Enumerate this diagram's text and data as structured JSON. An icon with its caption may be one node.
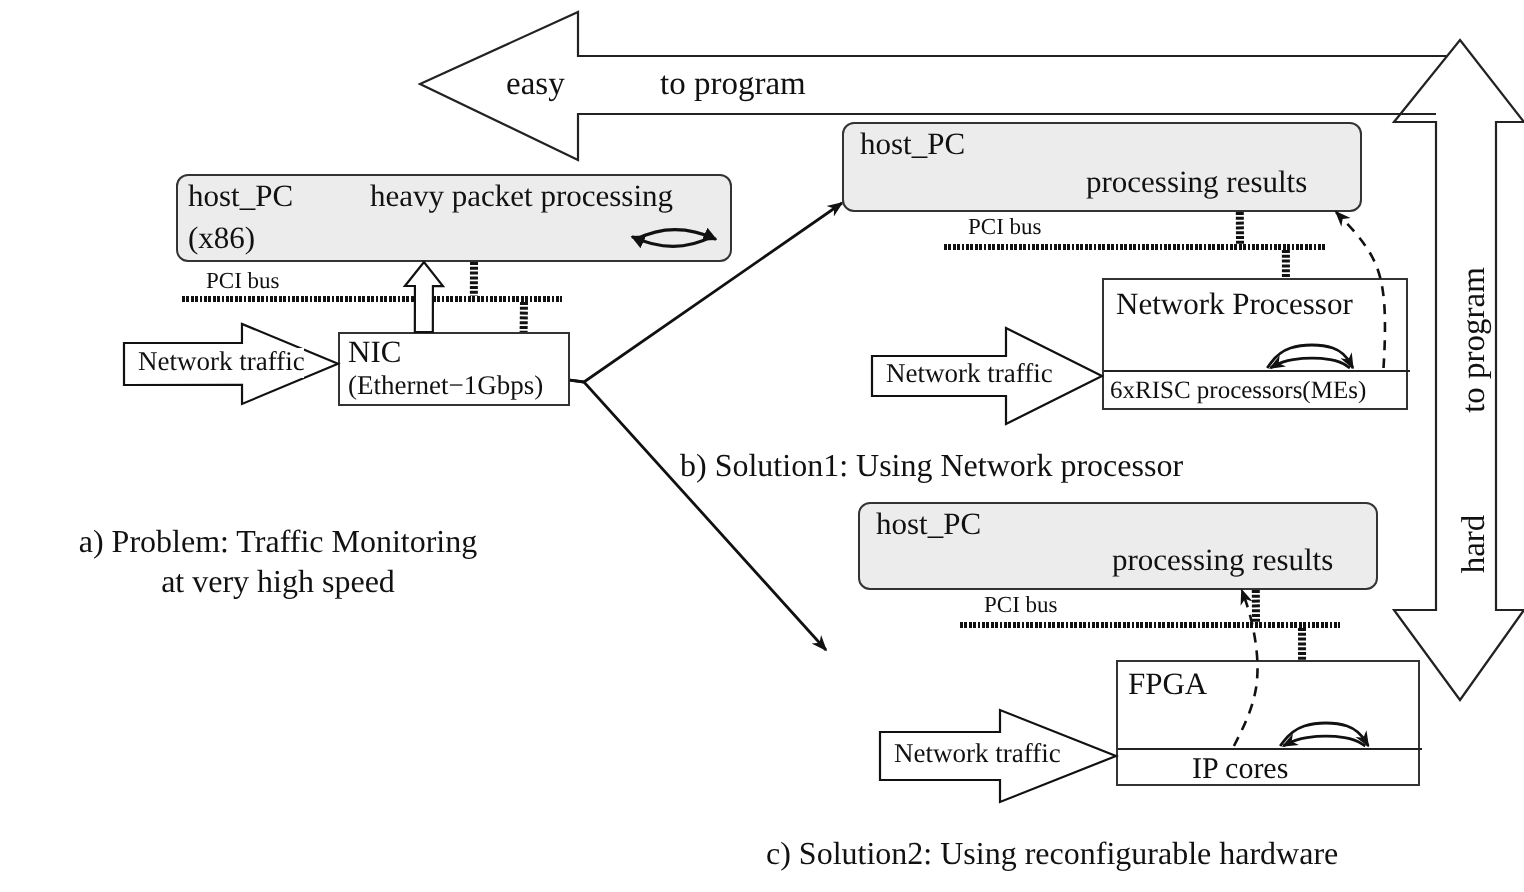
{
  "diagram": {
    "nodes": [
      {
        "text": [
          "host_PC",
          "heavy packet processing",
          "(x86)"
        ]
      },
      {
        "text": [
          "NIC",
          "(Ethernet−1Gbps)"
        ]
      },
      {
        "text": [
          "PCI bus"
        ]
      },
      {
        "text": [
          "host_PC",
          "processing results"
        ]
      },
      {
        "text": [
          "PCI bus"
        ]
      },
      {
        "text": [
          "Network Processor"
        ]
      },
      {
        "text": [
          "6xRISC processors(MEs)"
        ],
        "in": 5
      },
      {
        "text": [
          "host_PC",
          "processing results"
        ]
      },
      {
        "text": [
          "PCI bus"
        ]
      },
      {
        "text": [
          "FPGA"
        ]
      },
      {
        "text": [
          "IP cores"
        ],
        "in": 9
      },
      {
        "text": [
          "easy",
          "to program"
        ]
      },
      {
        "text": [
          "to program",
          "hard"
        ]
      }
    ],
    "edges": [
      {
        "from": null,
        "to": 1,
        "arrow": "to",
        "label": "Network traffic",
        "style": "thick"
      },
      {
        "from": 1,
        "to": 0,
        "arrow": "to",
        "style": "thick"
      },
      {
        "from": 0,
        "to": 2,
        "arrow": "none",
        "style": "dashed"
      },
      {
        "from": 2,
        "to": 1,
        "arrow": "none",
        "style": "dashed"
      },
      {
        "from": 1,
        "to": 3,
        "arrow": "to"
      },
      {
        "from": 1,
        "to": null,
        "arrow": "to"
      },
      {
        "from": null,
        "to": 6,
        "arrow": "to",
        "label": "Network traffic",
        "style": "thick"
      },
      {
        "from": 3,
        "to": 4,
        "arrow": "none",
        "style": "dashed"
      },
      {
        "from": 4,
        "to": 5,
        "arrow": "none",
        "style": "dashed"
      },
      {
        "from": 6,
        "to": 3,
        "arrow": "to",
        "style": "dashed"
      },
      {
        "from": 6,
        "to": 6,
        "arrow": "to"
      },
      {
        "from": 6,
        "to": 6,
        "arrow": "to"
      },
      {
        "from": null,
        "to": 10,
        "arrow": "to",
        "label": "Network traffic",
        "style": "thick"
      },
      {
        "from": 7,
        "to": 8,
        "arrow": "none",
        "style": "dashed"
      },
      {
        "from": 8,
        "to": 9,
        "arrow": "none",
        "style": "dashed"
      },
      {
        "from": 10,
        "to": 7,
        "arrow": "to",
        "style": "dashed"
      },
      {
        "from": 10,
        "to": 10,
        "arrow": "to"
      },
      {
        "from": 10,
        "to": 10,
        "arrow": "to"
      }
    ],
    "labels": [
      "b) Solution1: Using Network processor",
      "a) Problem: Traffic Monitoring at very high speed",
      "c) Solution2: Using reconfigurable hardware"
    ]
  }
}
